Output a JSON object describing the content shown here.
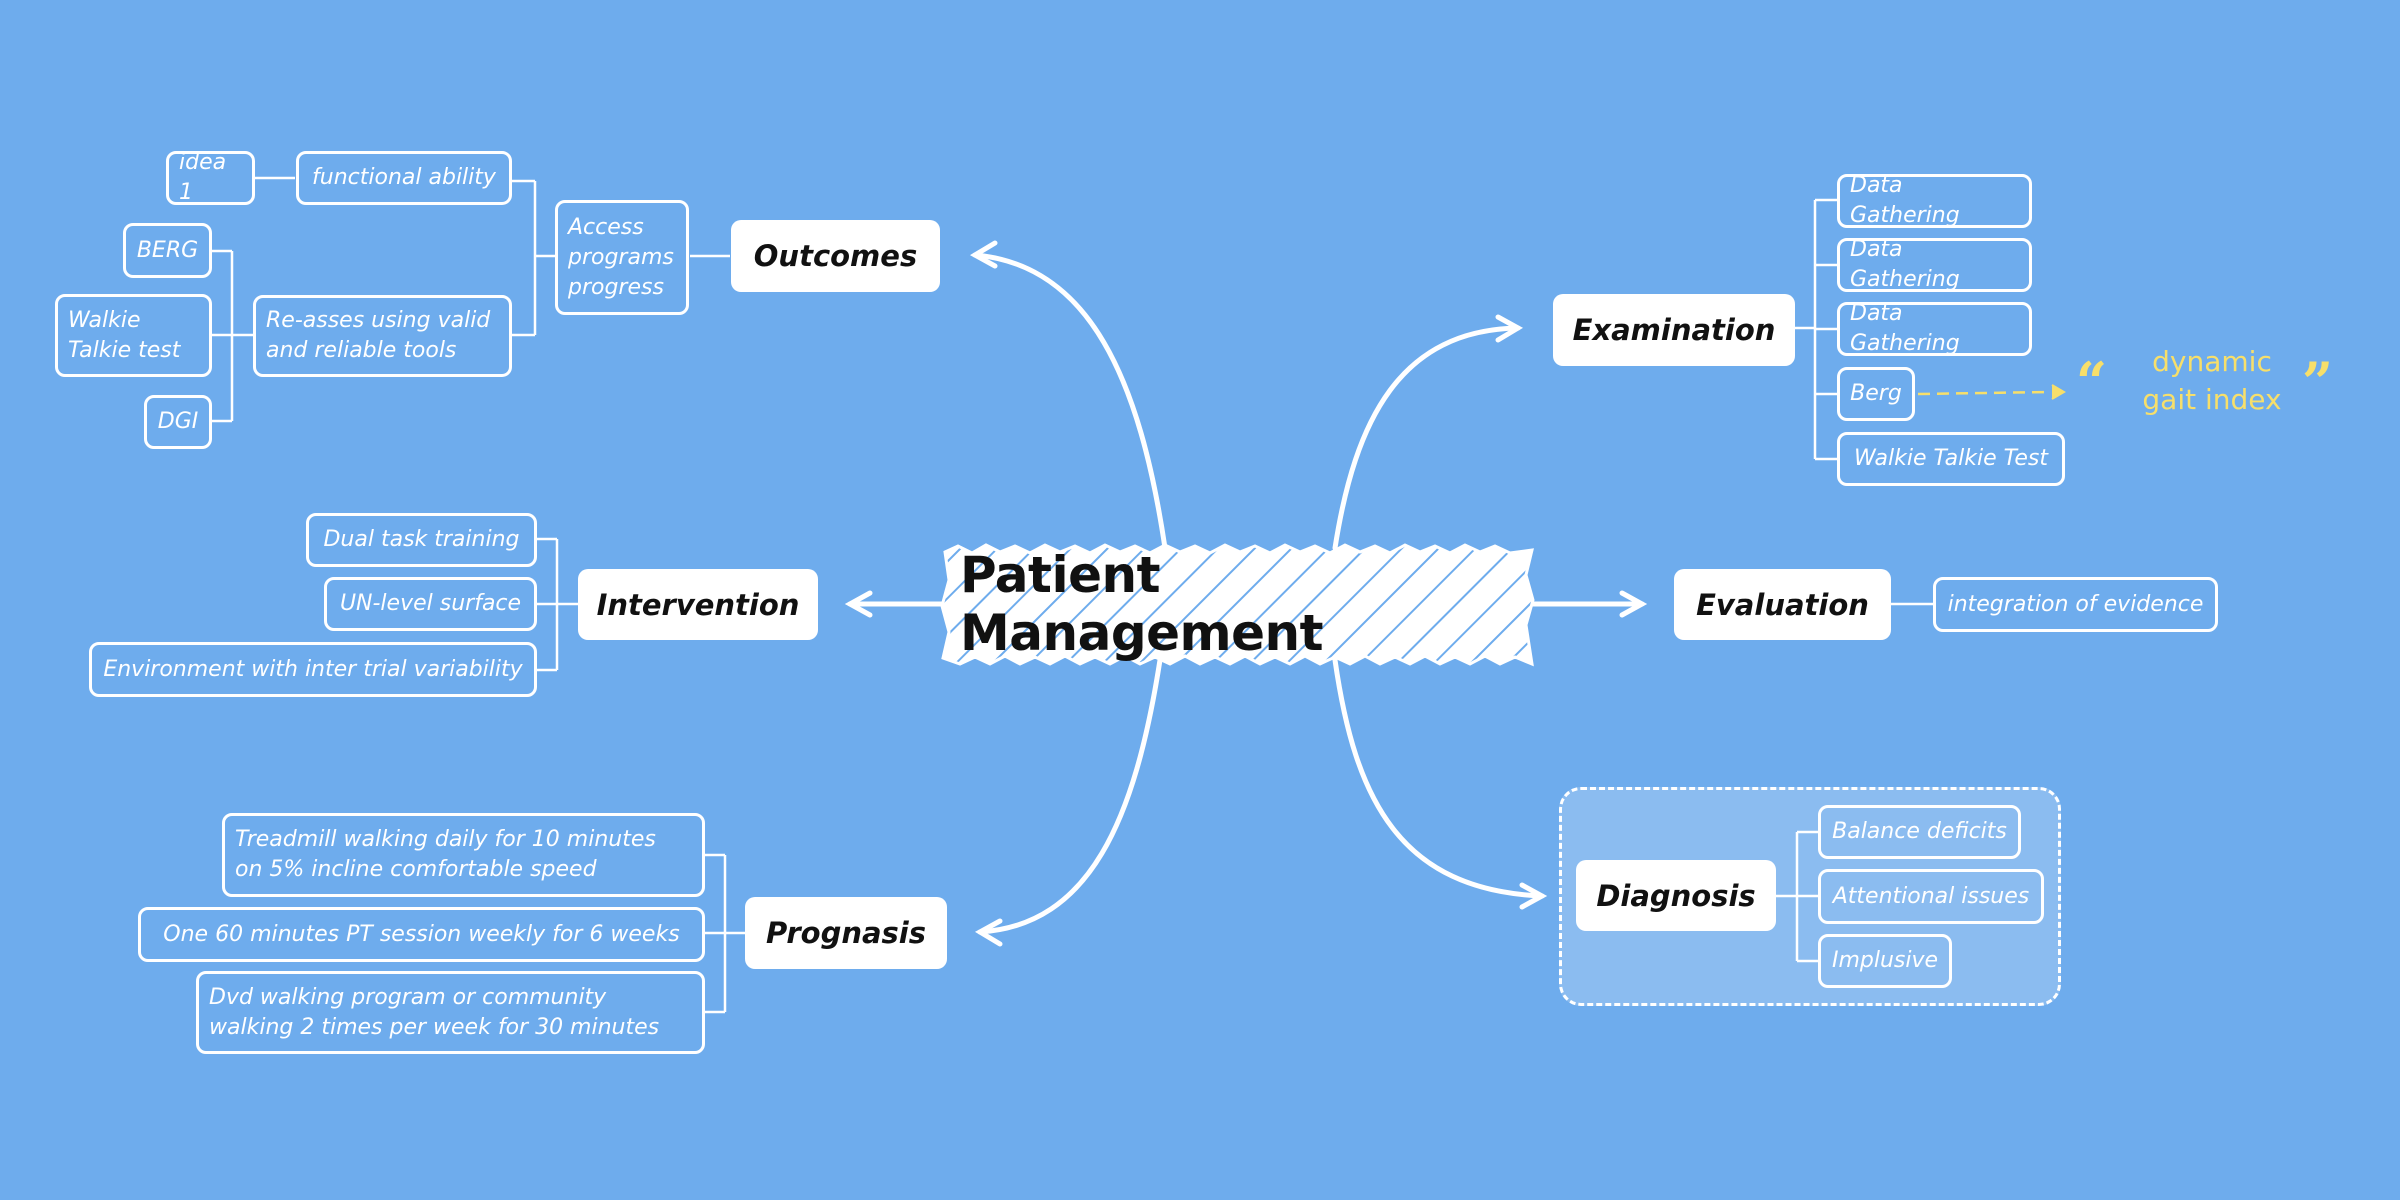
{
  "center": {
    "title": "Patient Management"
  },
  "outcomes": {
    "label": "Outcomes",
    "access": "Access\nprograms\nprogress",
    "functional_ability": "functional ability",
    "idea": "idea 1",
    "reassess": "Re-asses using valid\nand reliable tools",
    "berg": "BERG",
    "walkie": "Walkie\nTalkie test",
    "dgi": "DGI"
  },
  "intervention": {
    "label": "Intervention",
    "items": [
      "Dual task training",
      "UN-level surface",
      "Environment with inter trial variability"
    ]
  },
  "prognosis": {
    "label": "Prognasis",
    "items": [
      "Treadmill walking daily for 10 minutes\non 5% incline comfortable speed",
      "One 60 minutes PT session weekly for 6 weeks",
      "Dvd walking program or community\nwalking 2 times per week for 30 minutes"
    ]
  },
  "examination": {
    "label": "Examination",
    "items": [
      "Data Gathering",
      "Data Gathering",
      "Data Gathering",
      "Berg",
      "Walkie Talkie Test"
    ]
  },
  "annotation": {
    "text": "dynamic\ngait index"
  },
  "evaluation": {
    "label": "Evaluation",
    "items": [
      "integration of evidence"
    ]
  },
  "diagnosis": {
    "label": "Diagnosis",
    "items": [
      "Balance deficits",
      "Attentional issues",
      "Implusive"
    ]
  },
  "colors": {
    "background": "#6eaced",
    "line": "#ffffff",
    "accent_quote": "#f7df6a",
    "text_dark": "#111111"
  }
}
